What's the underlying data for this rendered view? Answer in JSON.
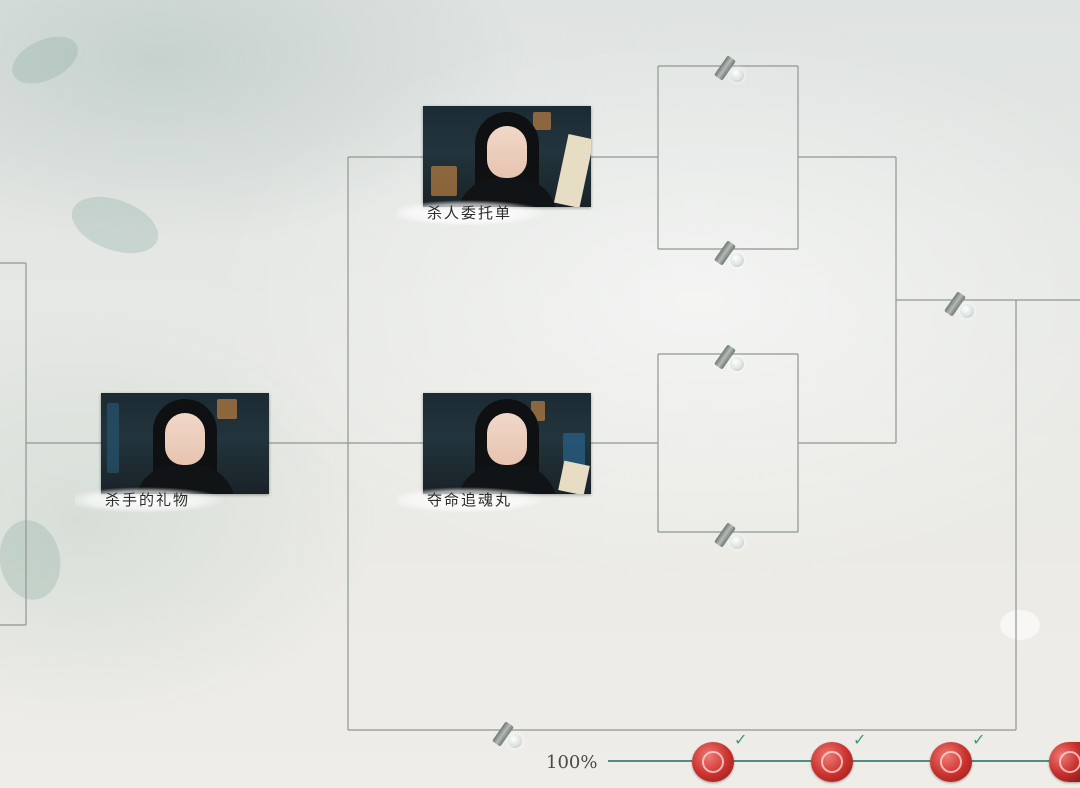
{
  "nodes": [
    {
      "id": "kill-commission",
      "label": "杀人委托单"
    },
    {
      "id": "assassin-gift",
      "label": "杀手的礼物"
    },
    {
      "id": "soul-pill",
      "label": "夺命追魂丸"
    }
  ],
  "progress": {
    "text": "100%",
    "value": 100
  },
  "rewards": [
    {
      "claimed": true
    },
    {
      "claimed": true
    },
    {
      "claimed": true
    },
    {
      "claimed": false
    }
  ],
  "colors": {
    "track": "#4f8f80",
    "gem": "#c8302d",
    "check": "#3f9a72"
  },
  "icons": {
    "check": "✓",
    "lock": "lock-icon",
    "gem": "reward-gem-icon"
  }
}
